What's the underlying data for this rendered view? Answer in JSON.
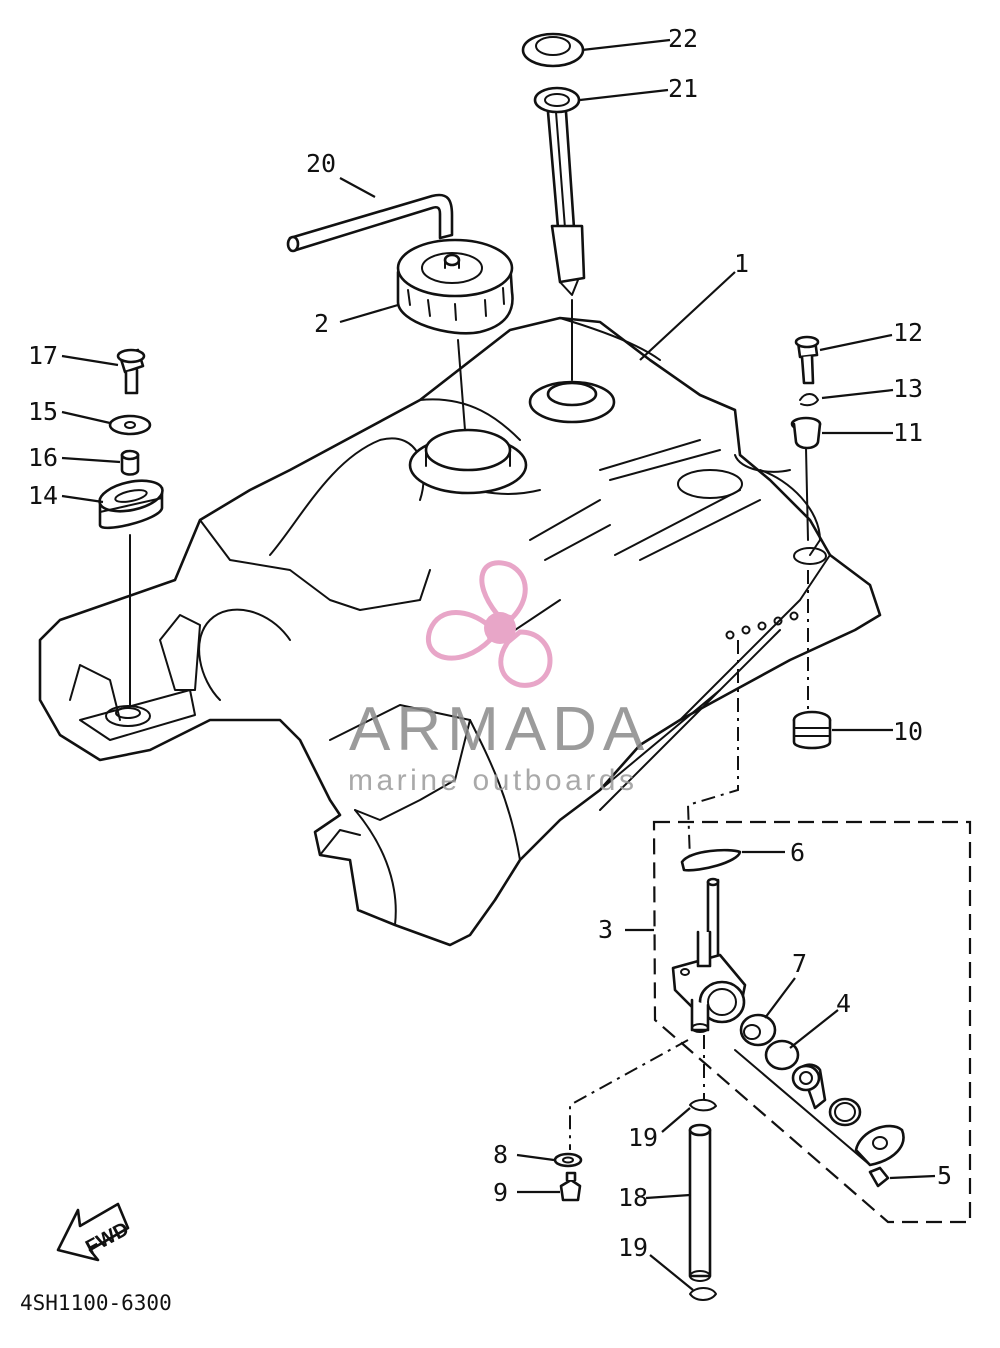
{
  "diagram": {
    "part_code": "4SH1100-6300",
    "fwd_label": "FWD",
    "callouts": [
      {
        "id": "c1",
        "label": "1"
      },
      {
        "id": "c2",
        "label": "2"
      },
      {
        "id": "c3",
        "label": "3"
      },
      {
        "id": "c4",
        "label": "4"
      },
      {
        "id": "c5",
        "label": "5"
      },
      {
        "id": "c6",
        "label": "6"
      },
      {
        "id": "c7",
        "label": "7"
      },
      {
        "id": "c8",
        "label": "8"
      },
      {
        "id": "c9",
        "label": "9"
      },
      {
        "id": "c10",
        "label": "10"
      },
      {
        "id": "c11",
        "label": "11"
      },
      {
        "id": "c12",
        "label": "12"
      },
      {
        "id": "c13",
        "label": "13"
      },
      {
        "id": "c14",
        "label": "14"
      },
      {
        "id": "c15",
        "label": "15"
      },
      {
        "id": "c16",
        "label": "16"
      },
      {
        "id": "c17",
        "label": "17"
      },
      {
        "id": "c18",
        "label": "18"
      },
      {
        "id": "c19a",
        "label": "19"
      },
      {
        "id": "c19b",
        "label": "19"
      },
      {
        "id": "c20",
        "label": "20"
      },
      {
        "id": "c21",
        "label": "21"
      },
      {
        "id": "c22",
        "label": "22"
      }
    ]
  },
  "watermark": {
    "brand": "ARMADA",
    "tagline": "marine outboards",
    "logo_icon": "propeller-logo-icon",
    "logo_color": "#e8a6c8"
  }
}
